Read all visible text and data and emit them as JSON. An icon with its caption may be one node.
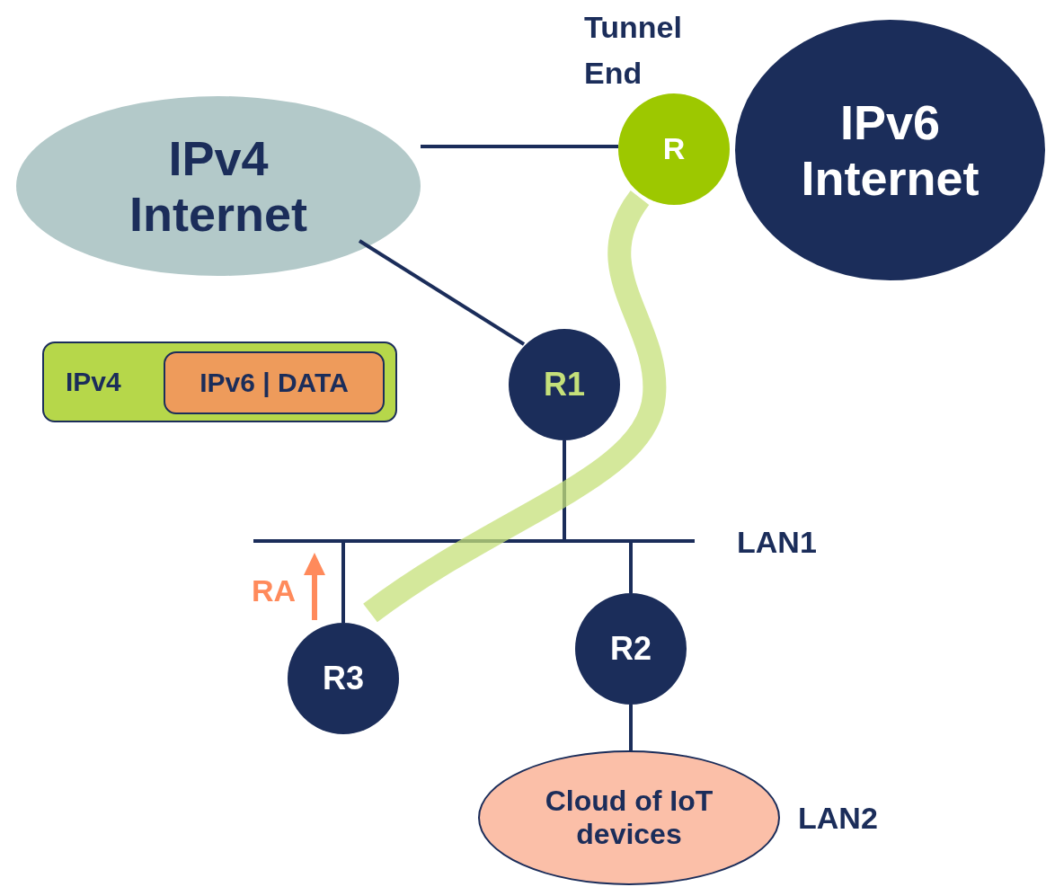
{
  "diagram": {
    "nodes": [
      {
        "text": [
          "IPv4 Internet"
        ]
      },
      {
        "text": [
          "IPv6 Internet"
        ]
      },
      {
        "text": [
          "R"
        ],
        "beside": [
          "Tunnel End"
        ]
      },
      {
        "text": [
          "R1"
        ]
      },
      {
        "text": [
          "LAN1"
        ]
      },
      {
        "text": [
          "R2"
        ]
      },
      {
        "text": [
          "R3"
        ]
      },
      {
        "text": [
          "Cloud of IoT devices"
        ],
        "beside": [
          "LAN2"
        ]
      },
      {
        "text": [
          "IPv4"
        ]
      },
      {
        "text": [
          "IPv6 | DATA"
        ],
        "in": 8
      }
    ],
    "edges": [
      {
        "from": 0,
        "to": 2,
        "arrow": "none"
      },
      {
        "from": 0,
        "to": 3,
        "arrow": "none"
      },
      {
        "from": 3,
        "to": 4,
        "arrow": "none"
      },
      {
        "from": 4,
        "to": 6,
        "arrow": "none"
      },
      {
        "from": 4,
        "to": 5,
        "arrow": "none"
      },
      {
        "from": 5,
        "to": 7,
        "arrow": "none"
      },
      {
        "from": 2,
        "to": 6,
        "arrow": "none",
        "style": "thick",
        "color": "#c5e07a"
      }
    ],
    "labels": [
      "RA"
    ]
  }
}
